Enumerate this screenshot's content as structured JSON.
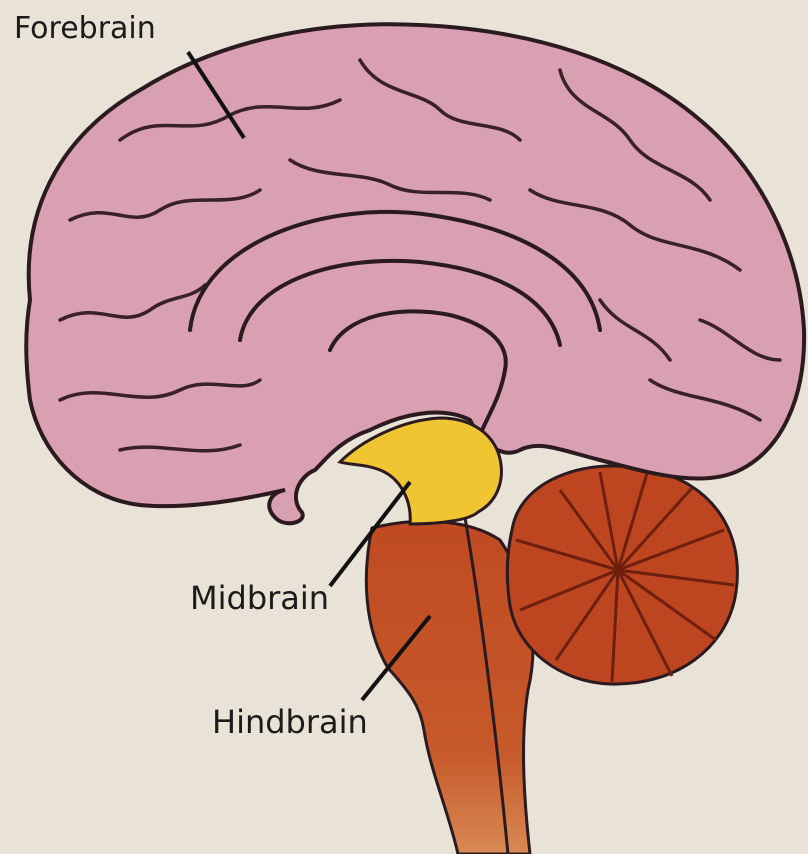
{
  "labels": {
    "forebrain": "Forebrain",
    "midbrain": "Midbrain",
    "hindbrain": "Hindbrain"
  },
  "colors": {
    "background": "#e8e2d7",
    "forebrain": "#d9a0b1",
    "midbrain": "#efc531",
    "hindbrain": "#bf4a24",
    "cerebellum": "#bd4520",
    "outline": "#2b1a1f"
  }
}
